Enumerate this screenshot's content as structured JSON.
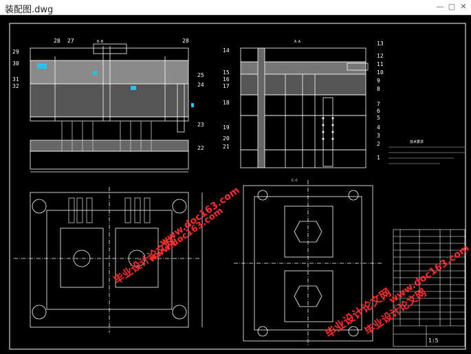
{
  "window": {
    "title": "装配图.dwg",
    "colors": {
      "background": "#000000",
      "lines": "#ffffff",
      "accent": "#27c2e6",
      "watermark": "#ff2b2b"
    }
  },
  "views": {
    "section_top_left": "B-B",
    "section_top_right": "A-A",
    "section_bottom_right": "C-C",
    "part_numbers_left": [
      "28",
      "27",
      "28",
      "29",
      "30",
      "31",
      "32",
      "25",
      "24",
      "23",
      "22"
    ],
    "part_numbers_right": [
      "13",
      "14",
      "12",
      "11",
      "10",
      "9",
      "8",
      "15",
      "16",
      "17",
      "18",
      "7",
      "6",
      "5",
      "4",
      "3",
      "2",
      "1",
      "19",
      "20",
      "21"
    ]
  },
  "watermarks": {
    "url_1": "www.doc163.com",
    "cn_1": "毕业设计论文网",
    "url_2": "www.doc163.com",
    "url_3": "www.doc163.com",
    "cn_2": "毕业设计论文网",
    "cn_3": "毕业设计论文网"
  },
  "notes": {
    "heading": "技术要求"
  },
  "title_block": {
    "scale": "1:5"
  }
}
